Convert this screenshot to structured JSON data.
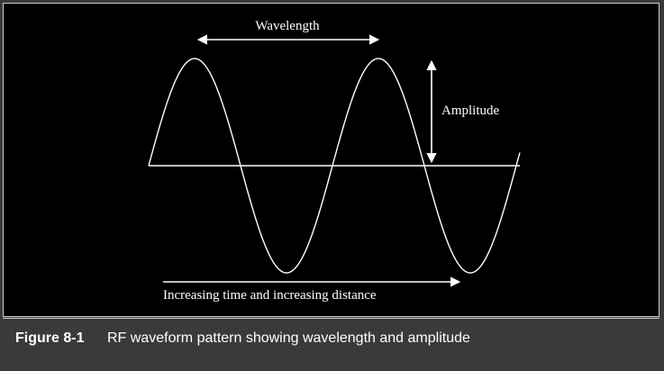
{
  "figure": {
    "labels": {
      "wavelength": "Wavelength",
      "amplitude": "Amplitude",
      "direction": "Increasing time and increasing distance"
    },
    "colors": {
      "background": "#000000",
      "stroke": "#ffffff",
      "caption_bar": "#3a3a3a"
    }
  },
  "caption": {
    "number": "Figure 8-1",
    "text": "RF waveform pattern showing wavelength and amplitude"
  }
}
